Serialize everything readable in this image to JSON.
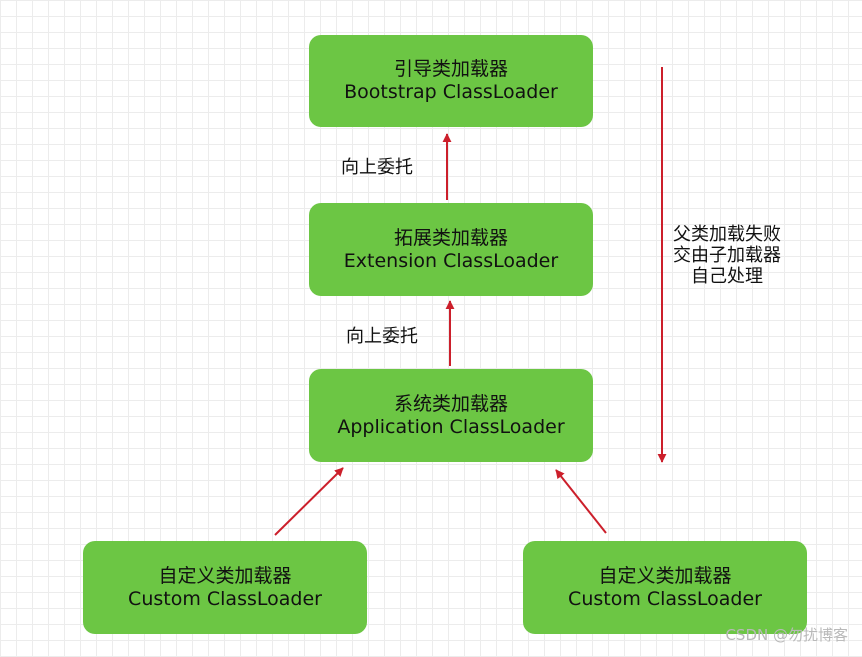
{
  "colors": {
    "box_fill": "#6cc644",
    "arrow": "#cc1f2b",
    "grid": "#ececec",
    "watermark": "#b9b9b9"
  },
  "loaders": {
    "bootstrap": {
      "zh": "引导类加载器",
      "en": "Bootstrap ClassLoader"
    },
    "extension": {
      "zh": "拓展类加载器",
      "en": "Extension ClassLoader"
    },
    "application": {
      "zh": "系统类加载器",
      "en": "Application ClassLoader"
    },
    "custom_left": {
      "zh": "自定义类加载器",
      "en": "Custom ClassLoader"
    },
    "custom_right": {
      "zh": "自定义类加载器",
      "en": "Custom ClassLoader"
    }
  },
  "edges": {
    "ext_to_boot_label": "向上委托",
    "app_to_ext_label": "向上委托"
  },
  "side_note": {
    "lines": [
      "父类加载失败",
      "交由子加载器",
      "自己处理"
    ]
  },
  "watermark": "CSDN @勿扰博客"
}
